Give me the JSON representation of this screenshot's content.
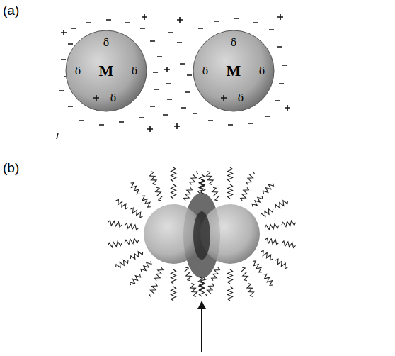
{
  "diagram": {
    "nodes": [
      {
        "text": [
          "M"
        ]
      },
      {
        "text": [
          "M"
        ]
      }
    ],
    "labels": [
      "(a)",
      "δ",
      "δ",
      "δ",
      "δ",
      "δ",
      "δ",
      "δ",
      "δ",
      "(b)"
    ]
  }
}
